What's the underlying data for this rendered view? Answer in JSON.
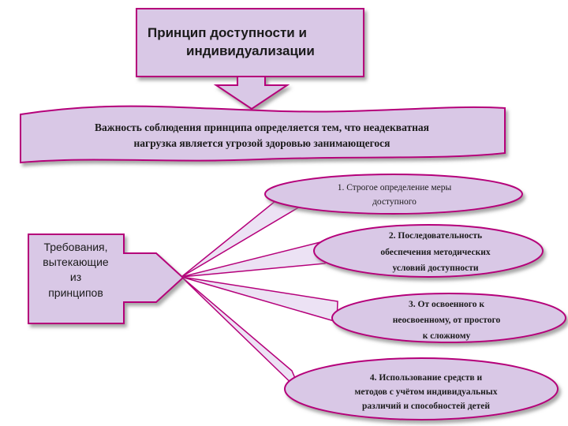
{
  "title": {
    "line1": "Принцип доступности и",
    "line2": "индивидуализации"
  },
  "banner": {
    "line1": "Важность соблюдения принципа определяется тем, что неадекватная",
    "line2": "нагрузка является угрозой здоровью занимающегося"
  },
  "requirements": {
    "line1": "Требования,",
    "line2": "вытекающие",
    "line3": "из",
    "line4": "принципов"
  },
  "ovals": [
    {
      "line1": "1. Строгое определение меры",
      "line2": "доступного",
      "line3": ""
    },
    {
      "line1": "2. Последовательность",
      "line2": "обеспечения методических",
      "line3": "условий доступности"
    },
    {
      "line1": "3. От освоенного к",
      "line2": "неосвоенному, от простого",
      "line3": "к сложному"
    },
    {
      "line1": "4. Использование средств и",
      "line2": "методов с учётом индивидуальных",
      "line3": "различий и способностей детей"
    }
  ],
  "colors": {
    "fill": "#d9c8e6",
    "stroke": "#b5007a",
    "ray_fill": "#ece2f4",
    "shadow": "#7a7a7a"
  }
}
